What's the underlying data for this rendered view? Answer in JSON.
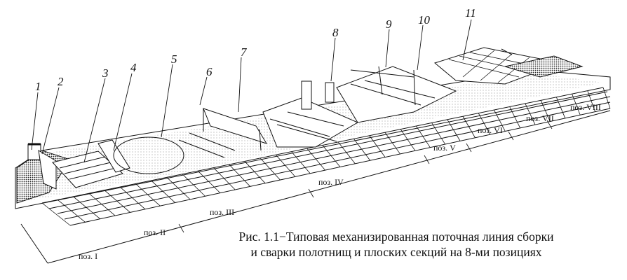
{
  "figure": {
    "callouts": [
      "1",
      "2",
      "3",
      "4",
      "5",
      "6",
      "7",
      "8",
      "9",
      "10",
      "11"
    ],
    "positions": [
      "поз. I",
      "поз. II",
      "поз. III",
      "поз. IV",
      "поз. V",
      "поз. VI",
      "поз. VII",
      "поз. VIII"
    ]
  },
  "caption": {
    "line1": "Рис. 1.1−Типовая механизированная поточная линия сборки",
    "line2": "и сварки полотнищ и плоских секций на 8-ми позициях"
  }
}
